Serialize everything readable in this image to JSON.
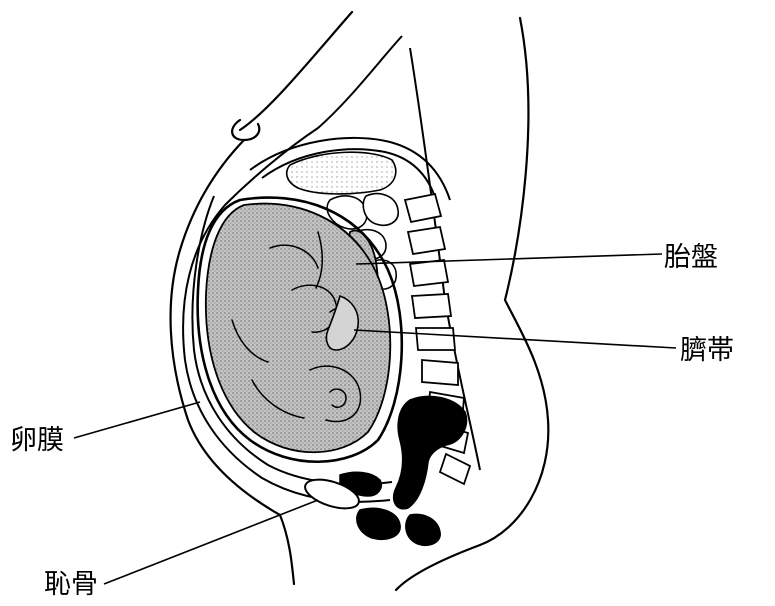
{
  "diagram": {
    "labels": {
      "placenta": "胎盤",
      "umbilical_cord": "臍帯",
      "fetal_membrane": "卵膜",
      "pubic_bone": "恥骨"
    },
    "colors": {
      "ink": "#000000",
      "fetus_fill": "#a9a9a9",
      "background": "#ffffff"
    }
  }
}
